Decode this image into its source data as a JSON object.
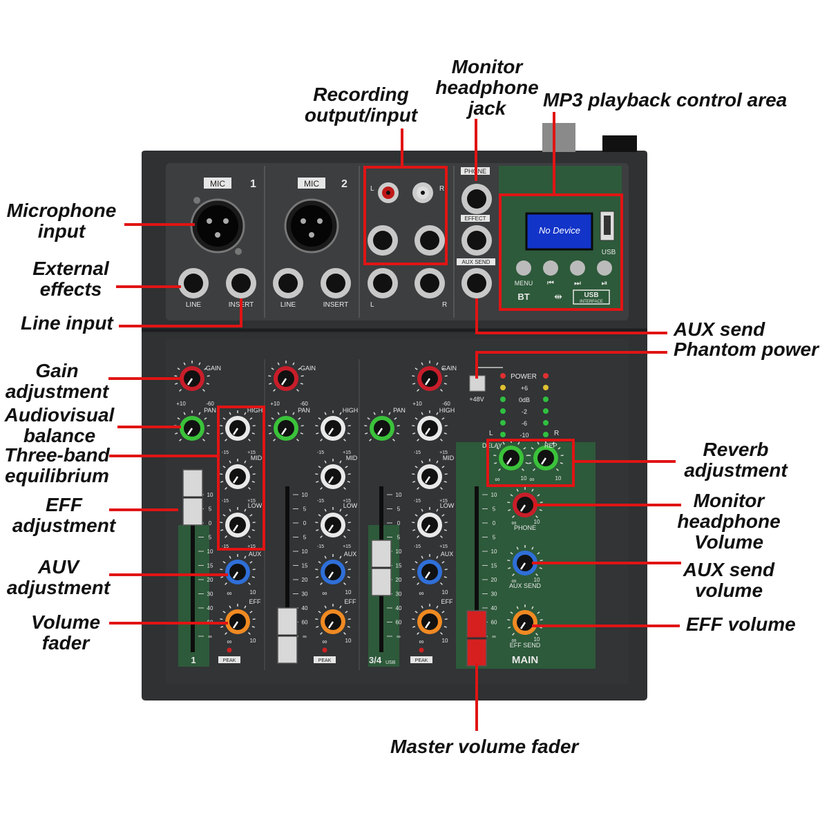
{
  "callouts": {
    "recording": [
      "Recording",
      "output/input"
    ],
    "monitor_jack": [
      "Monitor",
      "headphone",
      "jack"
    ],
    "mp3": [
      "MP3 playback control area"
    ],
    "mic_input": [
      "Microphone",
      "input"
    ],
    "external_effects": [
      "External",
      "effects"
    ],
    "line_input": [
      "Line input"
    ],
    "aux_send": [
      "AUX send"
    ],
    "phantom": [
      "Phantom power"
    ],
    "gain": [
      "Gain",
      "adjustment"
    ],
    "av_balance": [
      "Audiovisual",
      "balance"
    ],
    "three_band": [
      "Three-band",
      "equilibrium"
    ],
    "eff_adj": [
      "EFF",
      "adjustment"
    ],
    "auv_adj": [
      "AUV",
      "adjustment"
    ],
    "volume_fader": [
      "Volume",
      "fader"
    ],
    "reverb": [
      "Reverb",
      "adjustment"
    ],
    "monitor_vol": [
      "Monitor",
      "headphone",
      "Volume"
    ],
    "aux_send_vol": [
      "AUX send",
      "volume"
    ],
    "eff_volume": [
      "EFF volume"
    ],
    "master": [
      "Master volume fader"
    ]
  },
  "panel": {
    "mic": "MIC",
    "ch1": "1",
    "ch2": "2",
    "line": "LINE",
    "insert": "INSERT",
    "l": "L",
    "r": "R",
    "phone": "PHONE",
    "effect": "EFFECT",
    "aux_send": "AUX SEND",
    "display": "No Device",
    "usb": "USB",
    "menu": "MENU",
    "prev": "⏮",
    "next": "⏭",
    "play": "⏯",
    "bt": "BT",
    "usb_badge": "USB",
    "usb_interface": "INTERFACE",
    "gain": "GAIN",
    "pan": "PAN",
    "high": "HIGH",
    "mid": "MID",
    "low": "LOW",
    "aux": "AUX",
    "eff": "EFF",
    "peak": "PEAK",
    "plus10": "+10",
    "minus60": "-60",
    "minus15": "-15",
    "plus15": "+15",
    "inf": "∞",
    "ten": "10",
    "plus48": "+48V",
    "power": "POWER",
    "meter": [
      "+6",
      "0dB",
      "-2",
      "-6",
      "-10"
    ],
    "delay": "DELAY",
    "rep": "REP",
    "phone_knob": "PHONE",
    "aux_send_knob": "AUX SEND",
    "eff_send": "EFF SEND",
    "main": "MAIN",
    "strip1": "1",
    "strip34": "3/4",
    "usb_small": "USB",
    "scale": [
      "10",
      "5",
      "0",
      "5",
      "10",
      "15",
      "20",
      "30",
      "40",
      "60",
      "∞"
    ]
  },
  "colors": {
    "accent_red": "#e11414",
    "panel": "#2f3133",
    "green_panel": "#2d5a3a"
  }
}
